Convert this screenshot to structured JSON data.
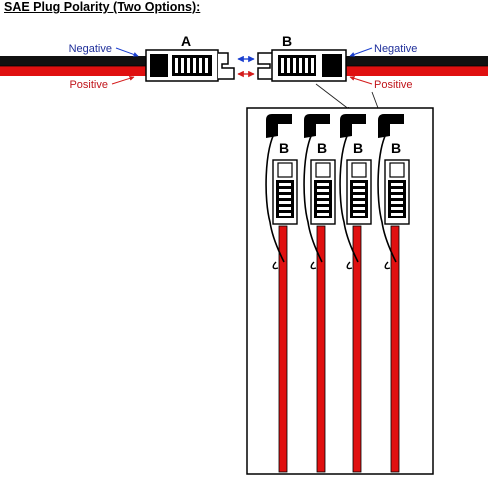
{
  "title": "SAE Plug Polarity (Two Options):",
  "top": {
    "label_a": "A",
    "label_b": "B",
    "left_negative": "Negative",
    "left_positive": "Positive",
    "right_negative": "Negative",
    "right_positive": "Positive"
  },
  "detail": {
    "plug_labels": [
      "B",
      "B",
      "B",
      "B"
    ]
  },
  "colors": {
    "wire_red": "#e01010",
    "wire_black": "#111111",
    "negative_text": "#1f2f9a",
    "positive_text": "#c0141a",
    "arrow_blue": "#1a3fd0",
    "arrow_red": "#d41b1b"
  }
}
